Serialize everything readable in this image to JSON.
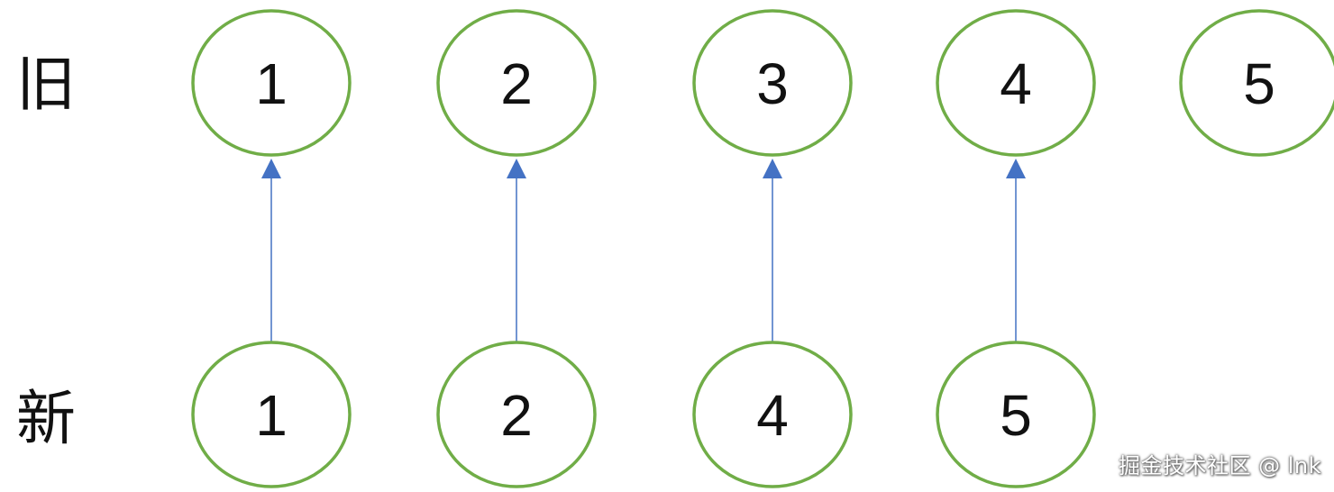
{
  "labels": {
    "old": "旧",
    "new": "新"
  },
  "old_nodes": [
    "1",
    "2",
    "3",
    "4",
    "5"
  ],
  "new_nodes": [
    "1",
    "2",
    "4",
    "5"
  ],
  "links": [
    {
      "from_new": 0,
      "to_old": 0
    },
    {
      "from_new": 1,
      "to_old": 1
    },
    {
      "from_new": 2,
      "to_old": 2
    },
    {
      "from_new": 3,
      "to_old": 3
    }
  ],
  "colors": {
    "node_stroke": "#70ad47",
    "arrow": "#4472c4",
    "text": "#111111"
  },
  "watermark": "掘金技术社区 @ lnk"
}
